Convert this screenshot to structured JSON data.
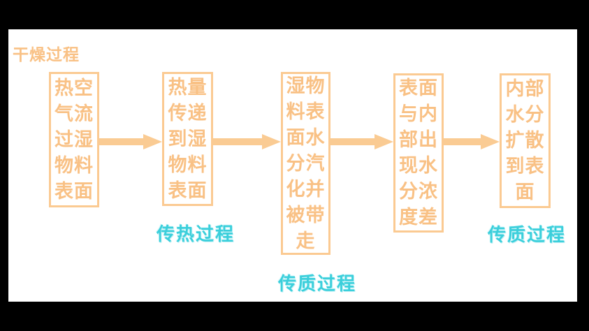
{
  "canvas": {
    "background": "#000000",
    "panel_background": "#ffffff"
  },
  "colors": {
    "accent_orange": "#f9c185",
    "box_border_orange": "#fbca92",
    "arrow_orange": "#facb93",
    "label_cyan": "#3bcfdb"
  },
  "title": "干燥过程",
  "flow": {
    "boxes": [
      {
        "name": "hot-air-flows-over-wet-material-surface",
        "text": "热空\n气流\n过湿\n物料\n表面"
      },
      {
        "name": "heat-transfers-to-wet-material-surface",
        "text": "热量\n传递\n到湿\n物料\n表面"
      },
      {
        "name": "surface-water-vaporizes-and-is-carried-away",
        "text": "湿物\n料表\n面水\n分汽\n化并\n被带\n走"
      },
      {
        "name": "moisture-concentration-difference-appears",
        "text": "表面\n与内\n部出\n现水\n分浓\n度差"
      },
      {
        "name": "internal-moisture-diffuses-to-surface",
        "text": "内部\n水分\n扩散\n到表\n面"
      }
    ],
    "labels": [
      {
        "name": "heat-transfer-process",
        "text": "传热过程"
      },
      {
        "name": "mass-transfer-process-1",
        "text": "传质过程"
      },
      {
        "name": "mass-transfer-process-2",
        "text": "传质过程"
      }
    ]
  }
}
